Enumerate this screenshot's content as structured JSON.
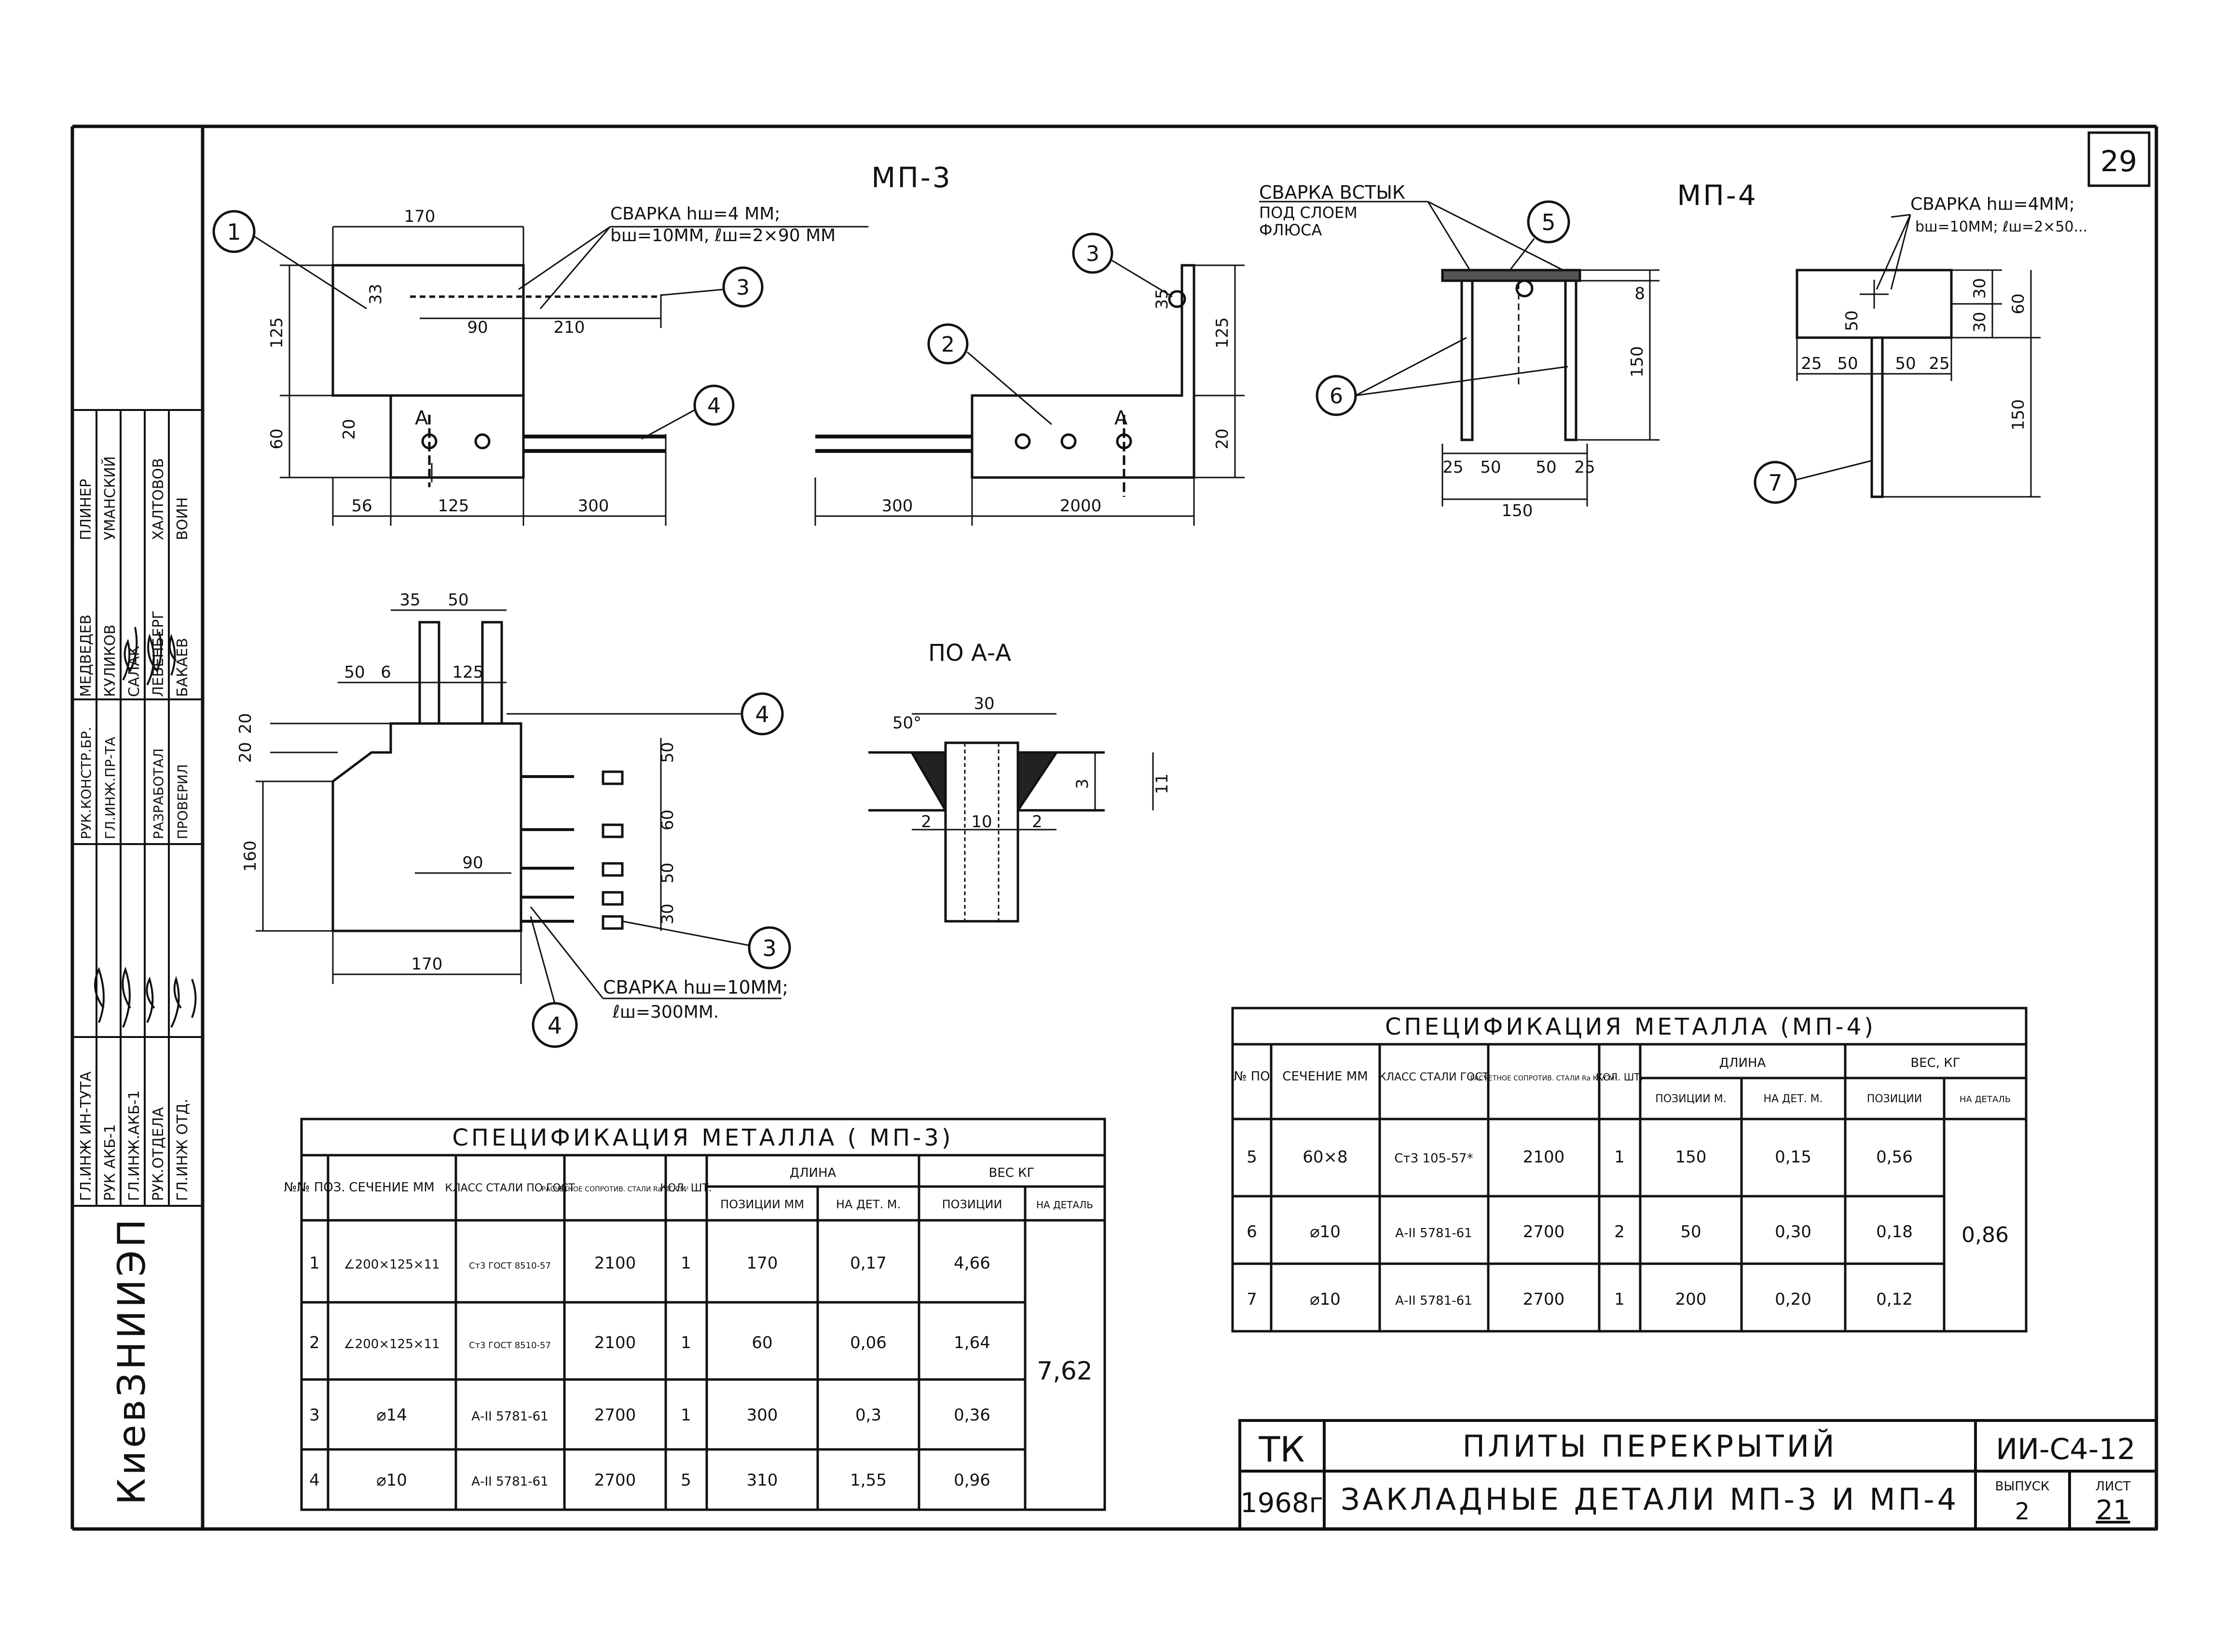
{
  "page": {
    "page_number": "29"
  },
  "side_stamp": {
    "org": "КиевЗНИИЭП",
    "roles": [
      "ГЛ.ИНЖ ИН-ТУТА",
      "РУК АКБ-1",
      "ГЛ.ИНЖ.АКБ-1",
      "РУК.ОТДЕЛА",
      "ГЛ.ИНЖ ОТД.",
      "РУК.КОНСТР.БР.",
      "ГЛ.ИНЖ.ПР-ТА",
      "РАЗРАБОТАЛ",
      "ПРОВЕРИЛ"
    ],
    "names": [
      "МЕДВЕДЕВ",
      "КУЛИКОВ",
      "САЛАК",
      "ЛЕВЕНБЕРГ",
      "БАКАЕВ",
      "ПЛИНЕР",
      "УМАНСКИЙ",
      "ХАЛТОВОВ",
      "ВОИН"
    ]
  },
  "mp3": {
    "title": "МП-3",
    "weld_note": [
      "СВАРКА  hш=4 ММ;",
      "bш=10ММ, ℓш=2×90 ММ"
    ],
    "weld_note2": [
      "СВАРКА  hш=10ММ;",
      "ℓш=300ММ."
    ],
    "section_title": "ПО  А-А",
    "dims_front": [
      "170",
      "33",
      "90",
      "210",
      "125",
      "60",
      "20",
      "56",
      "125",
      "300"
    ],
    "dims_side": [
      "35",
      "125",
      "20",
      "300",
      "2000"
    ],
    "dims_plan": [
      "35",
      "50",
      "50",
      "6",
      "125",
      "20",
      "20",
      "160",
      "90",
      "170",
      "50",
      "60",
      "50",
      "30"
    ],
    "dims_section": [
      "30",
      "50°",
      "3",
      "11",
      "2",
      "10",
      "2"
    ],
    "section_marks": [
      "А",
      "А"
    ],
    "positions": [
      "1",
      "2",
      "3",
      "4",
      "3",
      "4",
      "4"
    ]
  },
  "mp4": {
    "title": "МП-4",
    "weld_butt": [
      "СВАРКА  ВСТЫК",
      "ПОД СЛОЕМ",
      "ФЛЮСА"
    ],
    "weld_note": [
      "СВАРКА hш=4ММ;",
      "bш=10ММ; ℓш=2×50..."
    ],
    "dims_a": [
      "8",
      "150",
      "25",
      "50",
      "50",
      "25",
      "150"
    ],
    "dims_b": [
      "30",
      "30",
      "60",
      "50",
      "25",
      "50",
      "50",
      "25",
      "150"
    ],
    "positions": [
      "5",
      "6",
      "7"
    ]
  },
  "spec_mp3": {
    "title": "СПЕЦИФИКАЦИЯ   МЕТАЛЛА  ( МП-3)",
    "header": [
      "№№ ПОЗ.",
      "СЕЧЕНИЕ ММ",
      "КЛАСС СТАЛИ ПО ГОСТ",
      "РАСЧЕТНОЕ СОПРОТИВ. СТАЛИ Rа КГ/СМ²",
      "КОЛ. ШТ.",
      "ДЛИНА",
      "ВЕС  КГ"
    ],
    "subheader": [
      "ПОЗИЦИИ ММ",
      "НА ДЕТ. М.",
      "ПОЗИЦИИ",
      "НА ДЕТАЛЬ"
    ],
    "rows": [
      [
        "1",
        "∠200×125×11",
        "Ст3 ГОСТ 8510-57",
        "2100",
        "1",
        "170",
        "0,17",
        "4,66"
      ],
      [
        "2",
        "∠200×125×11",
        "Ст3 ГОСТ 8510-57",
        "2100",
        "1",
        "60",
        "0,06",
        "1,64"
      ],
      [
        "3",
        "⌀14",
        "А-II 5781-61",
        "2700",
        "1",
        "300",
        "0,3",
        "0,36"
      ],
      [
        "4",
        "⌀10",
        "А-II 5781-61",
        "2700",
        "5",
        "310",
        "1,55",
        "0,96"
      ]
    ],
    "total": "7,62"
  },
  "spec_mp4": {
    "title": "СПЕЦИФИКАЦИЯ   МЕТАЛЛА  (МП-4)",
    "header": [
      "№ ПО",
      "СЕЧЕНИЕ ММ",
      "КЛАСС СТАЛИ ГОСТ",
      "РАСЧЕТНОЕ СОПРОТИВ. СТАЛИ Rа КГ/СМ²",
      "КОЛ. ШТ.",
      "ДЛИНА",
      "ВЕС, КГ"
    ],
    "subheader": [
      "ПОЗИЦИИ М.",
      "НА ДЕТ. М.",
      "ПОЗИЦИИ",
      "НА ДЕТАЛЬ"
    ],
    "rows": [
      [
        "5",
        "60×8",
        "Ст3 105-57*",
        "2100",
        "1",
        "150",
        "0,15",
        "0,56"
      ],
      [
        "6",
        "⌀10",
        "А-II 5781-61",
        "2700",
        "2",
        "50",
        "0,30",
        "0,18"
      ],
      [
        "7",
        "⌀10",
        "А-II 5781-61",
        "2700",
        "1",
        "200",
        "0,20",
        "0,12"
      ]
    ],
    "total": "0,86"
  },
  "title_block": {
    "code": "ТК",
    "year": "1968г",
    "name": "ПЛИТЫ   ПЕРЕКРЫТИЙ",
    "subtitle": "ЗАКЛАДНЫЕ  ДЕТАЛИ  МП-3  И  МП-4",
    "series": "ИИ-С4-12",
    "issue_label": "ВЫПУСК",
    "issue": "2",
    "sheet_label": "ЛИСТ",
    "sheet": "21"
  }
}
